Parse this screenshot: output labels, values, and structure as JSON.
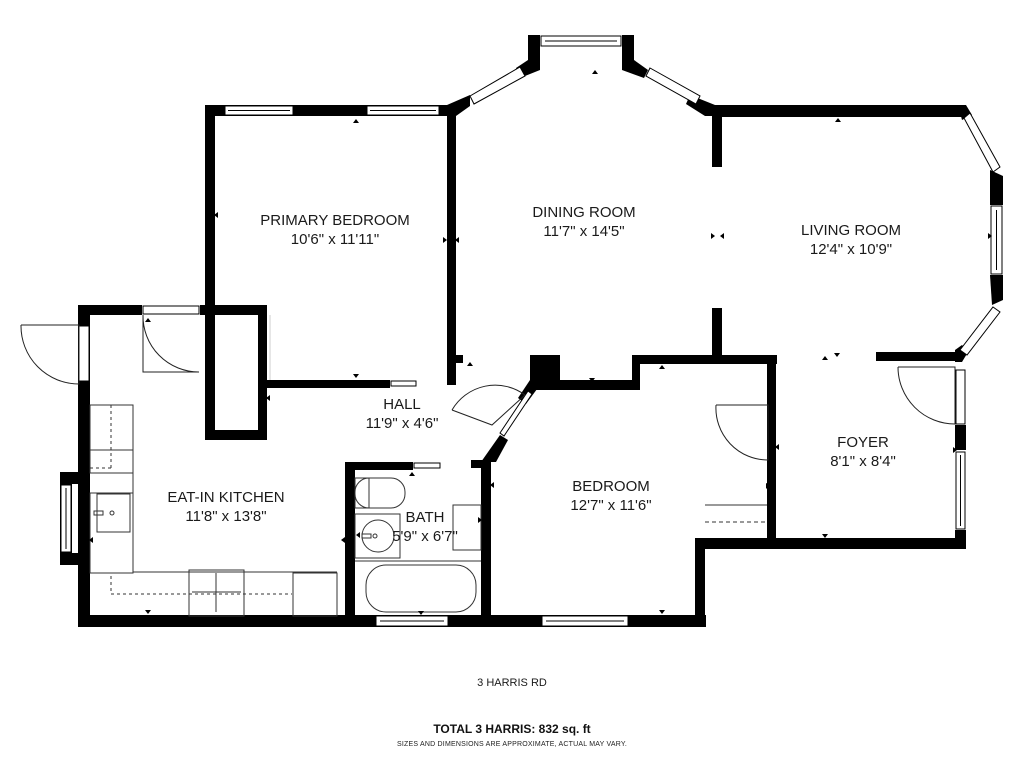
{
  "rooms": [
    {
      "id": "primary-bedroom",
      "name": "PRIMARY BEDROOM",
      "dimensions": "10'6\" x 11'11\""
    },
    {
      "id": "dining-room",
      "name": "DINING ROOM",
      "dimensions": "11'7\" x 14'5\""
    },
    {
      "id": "living-room",
      "name": "LIVING ROOM",
      "dimensions": "12'4\" x 10'9\""
    },
    {
      "id": "hall",
      "name": "HALL",
      "dimensions": "11'9\" x 4'6\""
    },
    {
      "id": "eat-in-kitchen",
      "name": "EAT-IN KITCHEN",
      "dimensions": "11'8\" x 13'8\""
    },
    {
      "id": "bath",
      "name": "BATH",
      "dimensions": "5'9\" x 6'7\""
    },
    {
      "id": "bedroom",
      "name": "BEDROOM",
      "dimensions": "12'7\" x 11'6\""
    },
    {
      "id": "foyer",
      "name": "FOYER",
      "dimensions": "8'1\" x 8'4\""
    }
  ],
  "footer": {
    "address": "3 HARRIS RD",
    "total": "TOTAL 3 HARRIS: 832 sq. ft",
    "disclaimer": "SIZES AND DIMENSIONS ARE APPROXIMATE, ACTUAL MAY VARY."
  },
  "colors": {
    "wall": "#000000",
    "background": "#ffffff",
    "fixture_line": "#333333"
  }
}
